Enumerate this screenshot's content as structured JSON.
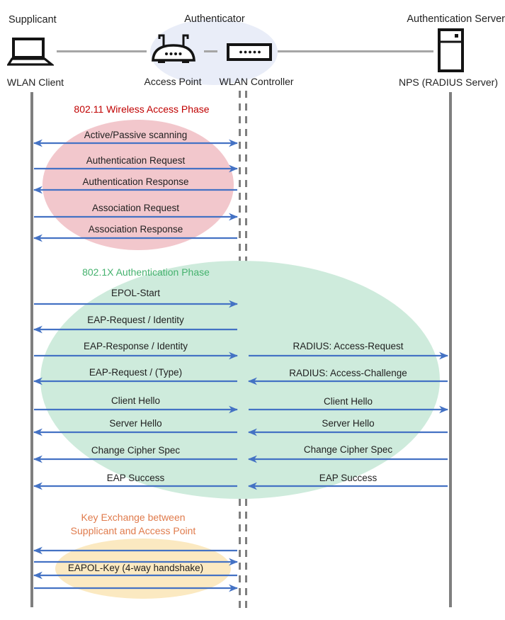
{
  "actors": {
    "supplicant_role": "Supplicant",
    "authenticator_role": "Authenticator",
    "auth_server_role": "Authentication Server",
    "wlan_client": "WLAN Client",
    "access_point": "Access Point",
    "wlan_controller": "WLAN Controller",
    "nps": "NPS (RADIUS Server)"
  },
  "phases": {
    "p1": {
      "title": "802.11 Wireless Access Phase",
      "title_color": "#C00000",
      "ellipse_fill": "#F2C7CC"
    },
    "p2": {
      "title": "802.1X Authentication Phase",
      "title_color": "#45B26E",
      "ellipse_fill": "#CEEBDC"
    },
    "p3": {
      "title_line1": "Key Exchange between",
      "title_line2": "Supplicant and Access Point",
      "title_color": "#E07B4C",
      "ellipse_fill": "#FBE9C1"
    }
  },
  "messages": {
    "p1": [
      {
        "label": "Active/Passive scanning",
        "direction": "both"
      },
      {
        "label": "Authentication Request",
        "direction": "right"
      },
      {
        "label": "Authentication Response",
        "direction": "left"
      },
      {
        "label": "Association Request",
        "direction": "right"
      },
      {
        "label": "Association Response",
        "direction": "left"
      }
    ],
    "p2_left": [
      {
        "label": "EPOL-Start",
        "direction": "right"
      },
      {
        "label": "EAP-Request / Identity",
        "direction": "left"
      },
      {
        "label": "EAP-Response / Identity",
        "direction": "right"
      },
      {
        "label": "EAP-Request / (Type)",
        "direction": "left"
      },
      {
        "label": "Client Hello",
        "direction": "right"
      },
      {
        "label": "Server Hello",
        "direction": "left"
      },
      {
        "label": "Change Cipher Spec",
        "direction": "left"
      },
      {
        "label": "EAP Success",
        "direction": "left"
      }
    ],
    "p2_right": [
      {
        "label": "RADIUS: Access-Request",
        "direction": "right"
      },
      {
        "label": "RADIUS: Access-Challenge",
        "direction": "left"
      },
      {
        "label": "Client Hello",
        "direction": "right"
      },
      {
        "label": "Server Hello",
        "direction": "left"
      },
      {
        "label": "Change Cipher Spec",
        "direction": "left"
      },
      {
        "label": "EAP Success",
        "direction": "left"
      }
    ],
    "p3": [
      {
        "label": "EAPOL-Key (4-way handshake)",
        "direction": "both"
      }
    ]
  },
  "colors": {
    "arrow": "#4472C4",
    "lifeline": "#7F7F7F",
    "connector": "#A6A6A6",
    "authenticator_halo": "#E9EDF8",
    "text": "#1F1F1F"
  }
}
